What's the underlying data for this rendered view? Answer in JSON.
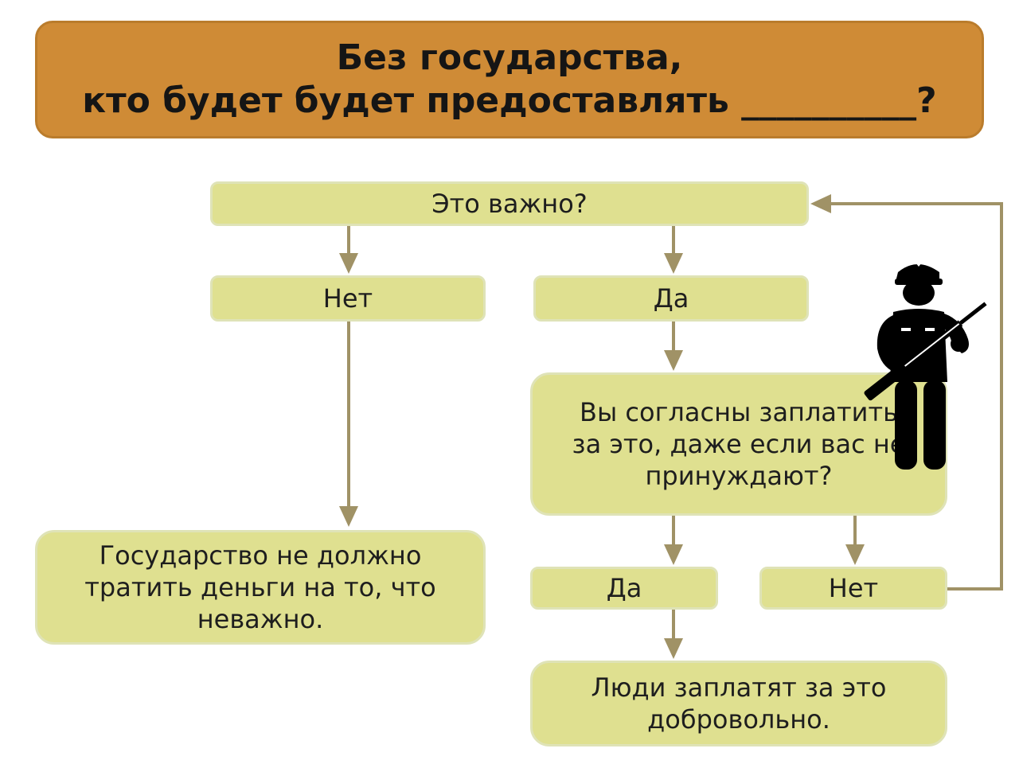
{
  "colors": {
    "title_bg": "#cf8b36",
    "title_border": "#ba7c2c",
    "node_bg": "#dfe090",
    "node_border": "#dfe3b7",
    "connector": "#a09266",
    "text": "#1e1e1e"
  },
  "title": {
    "line1": "Без государства,",
    "line2": "кто будет будет предоставлять __________?"
  },
  "nodes": {
    "important": "Это важно?",
    "no_1": "Нет",
    "yes_1": "Да",
    "pay": [
      "Вы согласны заплатить",
      "за это, даже если вас не",
      "принуждают?"
    ],
    "no_spend": [
      "Государство не должно",
      "тратить деньги на то, что",
      "неважно."
    ],
    "yes_2": "Да",
    "no_2": "Нет",
    "voluntary": [
      "Люди заплатят за это",
      "добровольно."
    ]
  },
  "icons": {
    "police": "armed-police-officer-icon"
  }
}
